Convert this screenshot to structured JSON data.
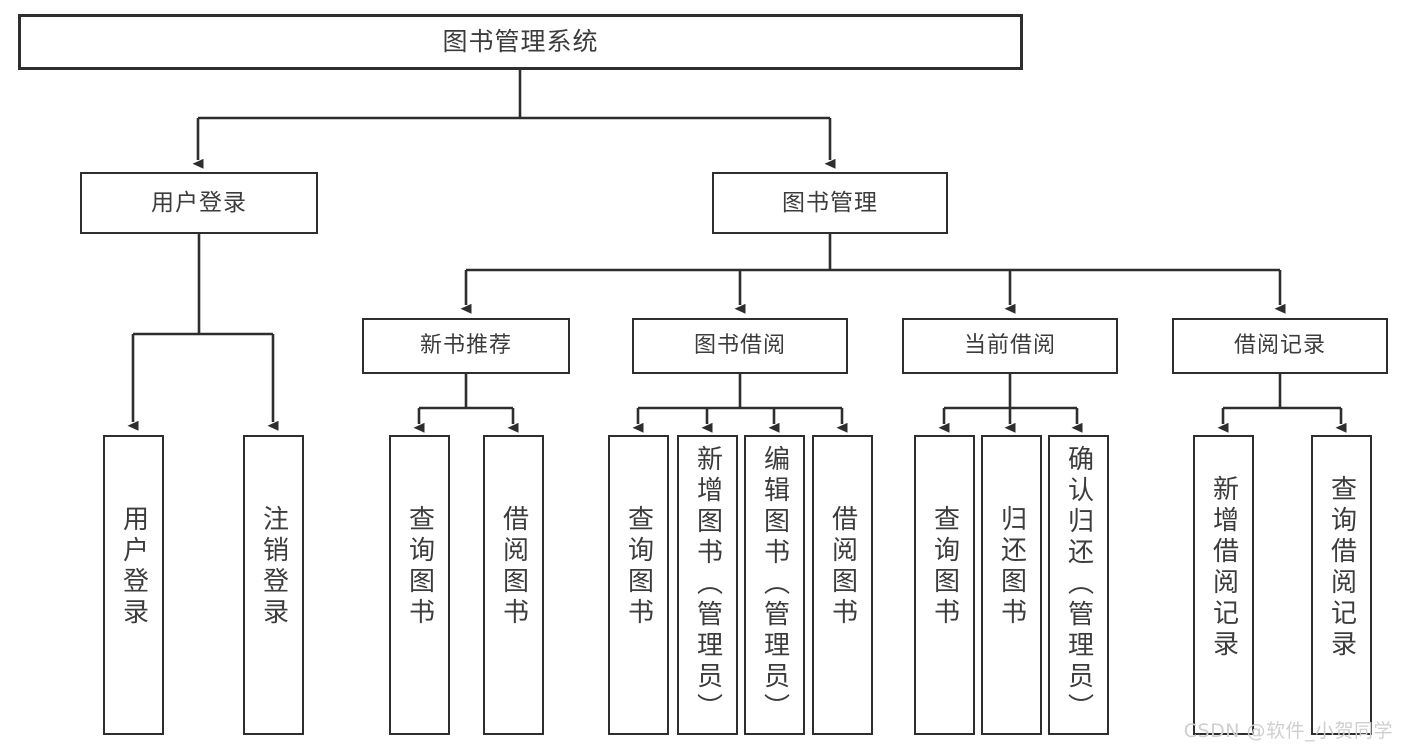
{
  "diagram": {
    "title": "图书管理系统",
    "watermark": "CSDN @软件_小贺同学",
    "line_color": "#2e2e2e",
    "text_color": "#3c3c3c",
    "background": "#ffffff",
    "nodes": {
      "root": {
        "label": "图书管理系统"
      },
      "level2": [
        {
          "label": "用户登录"
        },
        {
          "label": "图书管理"
        }
      ],
      "level3": [
        {
          "label": "新书推荐"
        },
        {
          "label": "图书借阅"
        },
        {
          "label": "当前借阅"
        },
        {
          "label": "借阅记录"
        }
      ],
      "leaves": [
        {
          "label": "用户登录",
          "parent": "用户登录"
        },
        {
          "label": "注销登录",
          "parent": "用户登录"
        },
        {
          "label": "查询图书",
          "parent": "新书推荐"
        },
        {
          "label": "借阅图书",
          "parent": "新书推荐"
        },
        {
          "label": "查询图书",
          "parent": "图书借阅"
        },
        {
          "label": "新增图书（管理员）",
          "parent": "图书借阅"
        },
        {
          "label": "编辑图书（管理员）",
          "parent": "图书借阅"
        },
        {
          "label": "借阅图书",
          "parent": "图书借阅"
        },
        {
          "label": "查询图书",
          "parent": "当前借阅"
        },
        {
          "label": "归还图书",
          "parent": "当前借阅"
        },
        {
          "label": "确认归还（管理员）",
          "parent": "当前借阅"
        },
        {
          "label": "新增借阅记录",
          "parent": "借阅记录"
        },
        {
          "label": "查询借阅记录",
          "parent": "借阅记录"
        }
      ]
    }
  }
}
